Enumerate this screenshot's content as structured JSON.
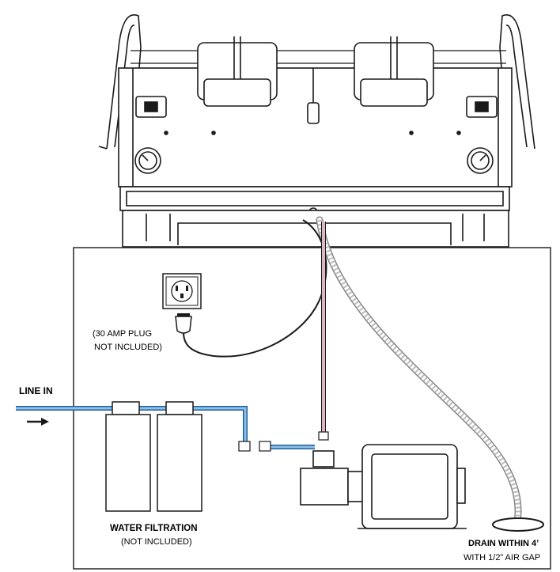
{
  "labels": {
    "line_in": "LINE IN",
    "plug_line1": "(30 AMP PLUG",
    "plug_line2": "NOT INCLUDED)",
    "filtration_title": "WATER FILTRATION",
    "filtration_note": "(NOT INCLUDED)",
    "drain_title": "DRAIN WITHIN 4’",
    "drain_note": "WITH 1/2” AIR GAP"
  },
  "colors": {
    "water_line": "#3a7fc1",
    "water_line_light": "#8ec0ea",
    "supply_tube": "#d9b8c4",
    "outline": "#1a1a1a",
    "drain_hose": "#d4d4d4"
  },
  "icons": {
    "outlet": "outlet-icon",
    "plug": "plug-icon",
    "arrow": "arrow-right-icon"
  }
}
